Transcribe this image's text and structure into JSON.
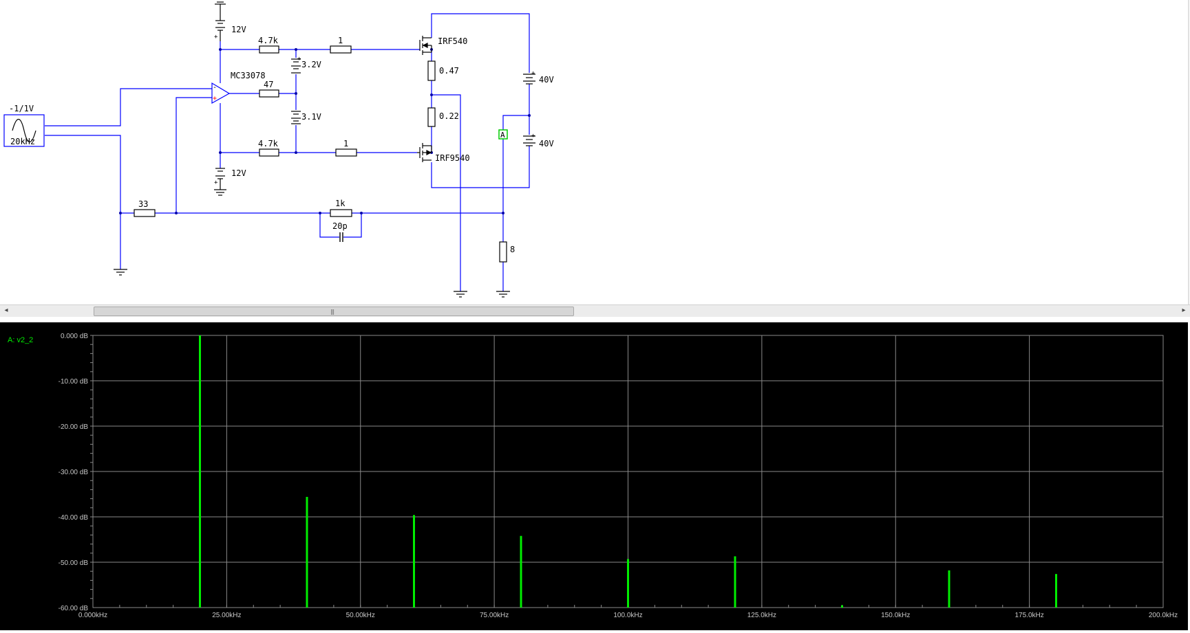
{
  "schematic": {
    "source": {
      "amplitude": "-1/1V",
      "frequency": "20kHz"
    },
    "opamp": {
      "name": "MC33078",
      "plus": "+",
      "minus": "-"
    },
    "supply_pos": "12V",
    "supply_neg": "12V",
    "bias_top": "3.2V",
    "bias_bottom": "3.1V",
    "resistors": {
      "r_top": "4.7k",
      "r_gate_top": "1",
      "r_mid": "47",
      "r_bottom": "4.7k",
      "r_gate_bottom": "1",
      "r_input": "33",
      "r_feedback": "1k",
      "r_src_top": "0.47",
      "r_src_bottom": "0.22",
      "r_load": "8"
    },
    "capacitor": "20p",
    "mosfet_top": "IRF540",
    "mosfet_bottom": "IRF9540",
    "rail_top": "40V",
    "rail_bottom": "40V",
    "probe": "A"
  },
  "analyzer": {
    "trace_label": "A: v2_2",
    "trace_color": "#00ee00"
  },
  "chart_data": {
    "type": "bar",
    "title": "",
    "xlabel": "",
    "ylabel": "",
    "xlim": [
      0,
      200
    ],
    "ylim": [
      -60,
      0
    ],
    "grid": true,
    "x_ticks": [
      "0.000kHz",
      "25.00kHz",
      "50.00kHz",
      "75.00kHz",
      "100.0kHz",
      "125.0kHz",
      "150.0kHz",
      "175.0kHz",
      "200.0kHz"
    ],
    "y_ticks": [
      "0.000 dB",
      "-10.00 dB",
      "-20.00 dB",
      "-30.00 dB",
      "-40.00 dB",
      "-50.00 dB",
      "-60.00 dB"
    ],
    "series": [
      {
        "name": "A: v2_2",
        "color": "#00ee00",
        "x": [
          20,
          40,
          60,
          80,
          100,
          120,
          140,
          160,
          180
        ],
        "values": [
          0,
          -35.6,
          -39.6,
          -44.2,
          -49.3,
          -48.7,
          -59.5,
          -51.8,
          -52.6
        ]
      }
    ]
  }
}
